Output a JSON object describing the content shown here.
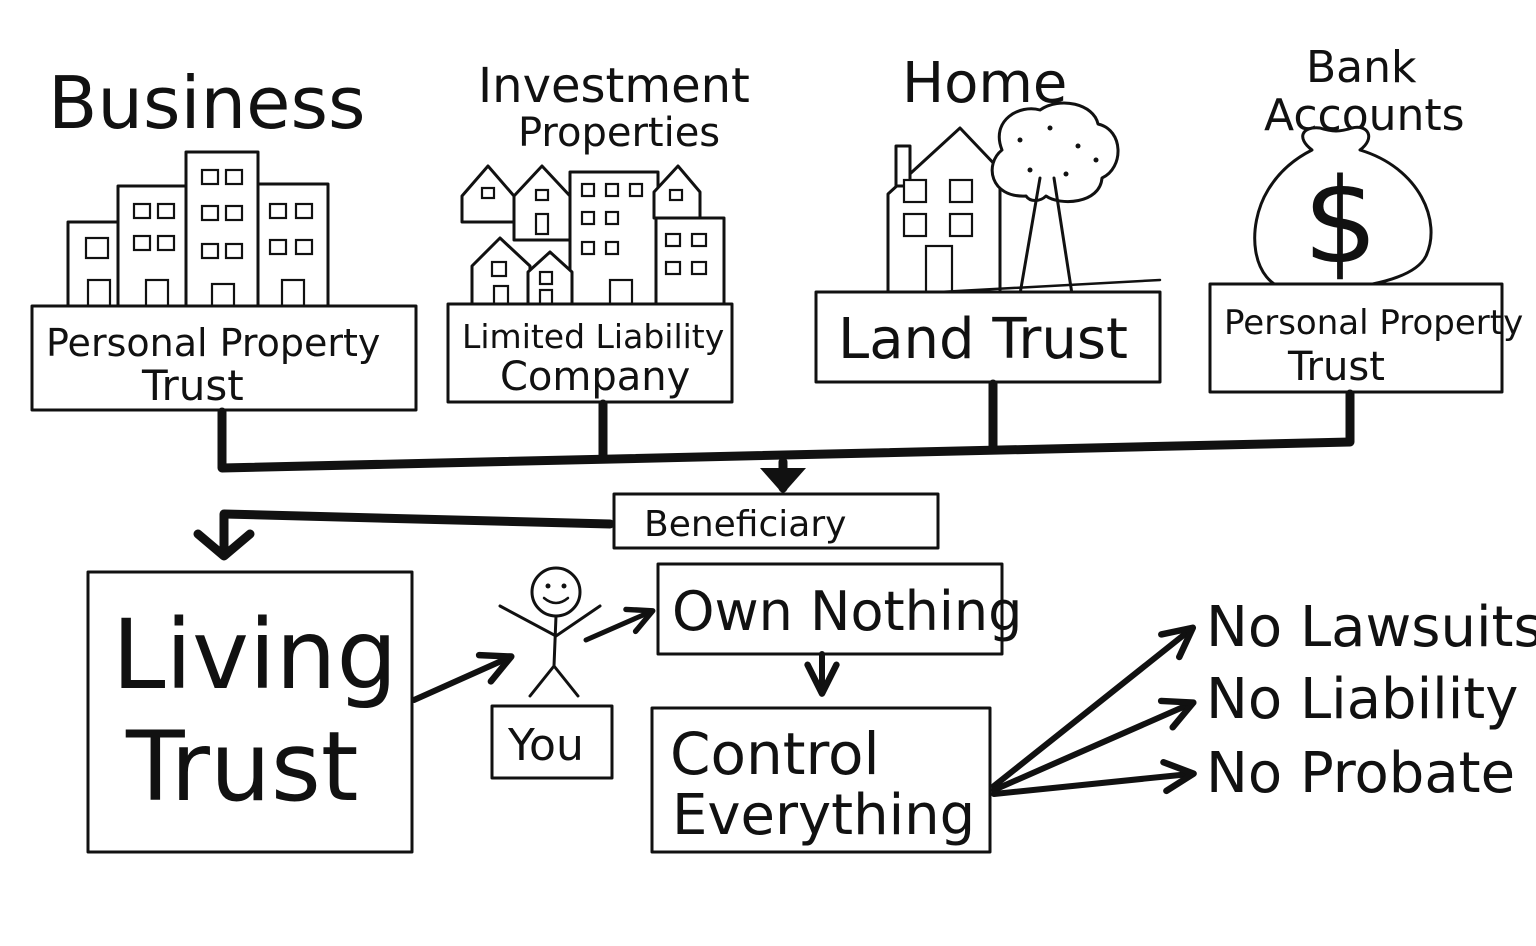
{
  "assets": [
    {
      "heading": [
        "Business"
      ],
      "entity": [
        "Personal Property",
        "Trust"
      ]
    },
    {
      "heading": [
        "Investment",
        "Properties"
      ],
      "entity": [
        "Limited Liability",
        "Company"
      ]
    },
    {
      "heading": [
        "Home"
      ],
      "entity": [
        "Land Trust"
      ]
    },
    {
      "heading": [
        "Bank",
        "Accounts"
      ],
      "entity": [
        "Personal Property",
        "Trust"
      ]
    }
  ],
  "beneficiary": "Beneficiary",
  "living_trust": [
    "Living",
    "Trust"
  ],
  "you": "You",
  "own_nothing": "Own Nothing",
  "control_everything": [
    "Control",
    "Everything"
  ],
  "benefits": [
    "No Lawsuits",
    "No Liability",
    "No Probate"
  ],
  "icons": {
    "business": "office-buildings-icon",
    "investment": "houses-and-apartments-icon",
    "home": "house-with-tree-icon",
    "bank": "money-bag-icon",
    "person": "stick-figure-icon"
  },
  "money_symbol": "$"
}
